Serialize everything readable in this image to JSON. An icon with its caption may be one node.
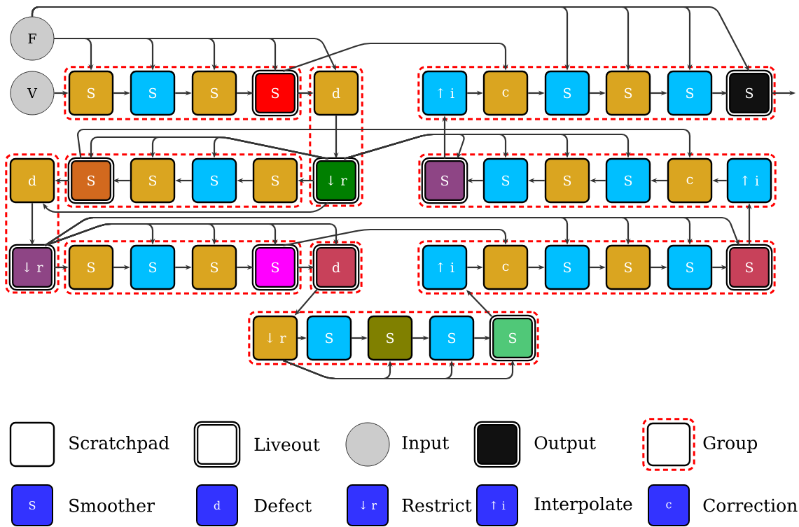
{
  "diagram": {
    "nodes": [
      {
        "text": [
          "F"
        ]
      },
      {
        "text": [
          "V"
        ]
      },
      {
        "text": [],
        "shape": "box"
      },
      {
        "text": [
          "S"
        ],
        "in": 2
      },
      {
        "text": [
          "S"
        ],
        "in": 2
      },
      {
        "text": [
          "S"
        ],
        "in": 2
      },
      {
        "text": [
          "S"
        ],
        "in": 2
      },
      {
        "text": [],
        "shape": "box"
      },
      {
        "text": [
          "d"
        ],
        "in": 7
      },
      {
        "text": [],
        "shape": "box"
      },
      {
        "text": [
          "↑ i"
        ],
        "in": 9
      },
      {
        "text": [
          "c"
        ],
        "in": 9
      },
      {
        "text": [
          "S"
        ],
        "in": 9
      },
      {
        "text": [
          "S"
        ],
        "in": 9
      },
      {
        "text": [
          "S"
        ],
        "in": 9
      },
      {
        "text": [
          "S"
        ],
        "in": 9
      },
      {
        "text": [],
        "shape": "box"
      },
      {
        "text": [
          "d"
        ],
        "in": 16
      },
      {
        "text": [],
        "shape": "box"
      },
      {
        "text": [
          "S"
        ],
        "in": 18
      },
      {
        "text": [
          "S"
        ],
        "in": 18
      },
      {
        "text": [
          "S"
        ],
        "in": 18
      },
      {
        "text": [
          "S"
        ],
        "in": 18
      },
      {
        "text": [
          "↓ r"
        ],
        "in": 7
      },
      {
        "text": [],
        "shape": "box"
      },
      {
        "text": [
          "S"
        ],
        "in": 24
      },
      {
        "text": [
          "S"
        ],
        "in": 24
      },
      {
        "text": [
          "S"
        ],
        "in": 24
      },
      {
        "text": [
          "S"
        ],
        "in": 24
      },
      {
        "text": [
          "c"
        ],
        "in": 24
      },
      {
        "text": [
          "↑ i"
        ],
        "in": 24
      },
      {
        "text": [
          "↓ r"
        ],
        "in": 16
      },
      {
        "text": [],
        "shape": "box"
      },
      {
        "text": [
          "S"
        ],
        "in": 32
      },
      {
        "text": [
          "S"
        ],
        "in": 32
      },
      {
        "text": [
          "S"
        ],
        "in": 32
      },
      {
        "text": [
          "S"
        ],
        "in": 32
      },
      {
        "text": [],
        "shape": "box"
      },
      {
        "text": [
          "d"
        ],
        "in": 37
      },
      {
        "text": [],
        "shape": "box"
      },
      {
        "text": [
          "↑ i"
        ],
        "in": 39
      },
      {
        "text": [
          "c"
        ],
        "in": 39
      },
      {
        "text": [
          "S"
        ],
        "in": 39
      },
      {
        "text": [
          "S"
        ],
        "in": 39
      },
      {
        "text": [
          "S"
        ],
        "in": 39
      },
      {
        "text": [
          "S"
        ],
        "in": 39
      },
      {
        "text": [],
        "shape": "box"
      },
      {
        "text": [
          "↓ r"
        ],
        "in": 46
      },
      {
        "text": [
          "S"
        ],
        "in": 46
      },
      {
        "text": [
          "S"
        ],
        "in": 46
      },
      {
        "text": [
          "S"
        ],
        "in": 46
      },
      {
        "text": [
          "S"
        ],
        "in": 46
      }
    ],
    "edges": [
      {
        "from": 1,
        "to": 3,
        "arrow": "to"
      },
      {
        "from": 3,
        "to": 4,
        "arrow": "to"
      },
      {
        "from": 4,
        "to": 5,
        "arrow": "to"
      },
      {
        "from": 5,
        "to": 6,
        "arrow": "to"
      },
      {
        "from": 6,
        "to": 8,
        "arrow": "to"
      },
      {
        "from": 0,
        "to": 3,
        "arrow": "to"
      },
      {
        "from": 0,
        "to": 4,
        "arrow": "to"
      },
      {
        "from": 0,
        "to": 5,
        "arrow": "to"
      },
      {
        "from": 0,
        "to": 6,
        "arrow": "to"
      },
      {
        "from": 0,
        "to": 8,
        "arrow": "to"
      },
      {
        "from": 0,
        "to": 12,
        "arrow": "to"
      },
      {
        "from": 0,
        "to": 13,
        "arrow": "to"
      },
      {
        "from": 0,
        "to": 14,
        "arrow": "to"
      },
      {
        "from": 0,
        "to": 15,
        "arrow": "to"
      },
      {
        "from": 6,
        "to": 11,
        "arrow": "to"
      },
      {
        "from": 8,
        "to": 23,
        "arrow": "to"
      },
      {
        "from": 23,
        "to": 22,
        "arrow": "to"
      },
      {
        "from": 22,
        "to": 21,
        "arrow": "to"
      },
      {
        "from": 21,
        "to": 20,
        "arrow": "to"
      },
      {
        "from": 20,
        "to": 19,
        "arrow": "to"
      },
      {
        "from": 19,
        "to": 17,
        "arrow": "to"
      },
      {
        "from": 23,
        "to": 19,
        "arrow": "to"
      },
      {
        "from": 23,
        "to": 20,
        "arrow": "to"
      },
      {
        "from": 23,
        "to": 21,
        "arrow": "to"
      },
      {
        "from": 23,
        "to": 25,
        "arrow": "to"
      },
      {
        "from": 23,
        "to": 26,
        "arrow": "to"
      },
      {
        "from": 23,
        "to": 27,
        "arrow": "to"
      },
      {
        "from": 23,
        "to": 28,
        "arrow": "to"
      },
      {
        "from": 19,
        "to": 29,
        "arrow": "to"
      },
      {
        "from": 23,
        "to": 17,
        "arrow": "to"
      },
      {
        "from": 17,
        "to": 31,
        "arrow": "to"
      },
      {
        "from": 31,
        "to": 33,
        "arrow": "to"
      },
      {
        "from": 33,
        "to": 34,
        "arrow": "to"
      },
      {
        "from": 34,
        "to": 35,
        "arrow": "to"
      },
      {
        "from": 35,
        "to": 36,
        "arrow": "to"
      },
      {
        "from": 36,
        "to": 38,
        "arrow": "to"
      },
      {
        "from": 31,
        "to": 34,
        "arrow": "to"
      },
      {
        "from": 31,
        "to": 35,
        "arrow": "to"
      },
      {
        "from": 31,
        "to": 36,
        "arrow": "to"
      },
      {
        "from": 31,
        "to": 38,
        "arrow": "to"
      },
      {
        "from": 31,
        "to": 42,
        "arrow": "to"
      },
      {
        "from": 31,
        "to": 43,
        "arrow": "to"
      },
      {
        "from": 31,
        "to": 44,
        "arrow": "to"
      },
      {
        "from": 31,
        "to": 45,
        "arrow": "to"
      },
      {
        "from": 36,
        "to": 41,
        "arrow": "to"
      },
      {
        "from": 38,
        "to": 47,
        "arrow": "to"
      },
      {
        "from": 47,
        "to": 48,
        "arrow": "to"
      },
      {
        "from": 48,
        "to": 49,
        "arrow": "to"
      },
      {
        "from": 49,
        "to": 50,
        "arrow": "to"
      },
      {
        "from": 50,
        "to": 51,
        "arrow": "to"
      },
      {
        "from": 47,
        "to": 49,
        "arrow": "to"
      },
      {
        "from": 47,
        "to": 50,
        "arrow": "to"
      },
      {
        "from": 47,
        "to": 51,
        "arrow": "to"
      },
      {
        "from": 51,
        "to": 40,
        "arrow": "to"
      },
      {
        "from": 40,
        "to": 41,
        "arrow": "to"
      },
      {
        "from": 41,
        "to": 42,
        "arrow": "to"
      },
      {
        "from": 42,
        "to": 43,
        "arrow": "to"
      },
      {
        "from": 43,
        "to": 44,
        "arrow": "to"
      },
      {
        "from": 44,
        "to": 45,
        "arrow": "to"
      },
      {
        "from": 45,
        "to": 30,
        "arrow": "to"
      },
      {
        "from": 30,
        "to": 29,
        "arrow": "to"
      },
      {
        "from": 29,
        "to": 28,
        "arrow": "to"
      },
      {
        "from": 28,
        "to": 27,
        "arrow": "to"
      },
      {
        "from": 27,
        "to": 26,
        "arrow": "to"
      },
      {
        "from": 26,
        "to": 25,
        "arrow": "to"
      },
      {
        "from": 25,
        "to": 10,
        "arrow": "to"
      },
      {
        "from": 10,
        "to": 11,
        "arrow": "to"
      },
      {
        "from": 11,
        "to": 12,
        "arrow": "to"
      },
      {
        "from": 12,
        "to": 13,
        "arrow": "to"
      },
      {
        "from": 13,
        "to": 14,
        "arrow": "to"
      },
      {
        "from": 14,
        "to": 15,
        "arrow": "to"
      },
      {
        "from": 15,
        "to": null,
        "arrow": "to"
      }
    ],
    "labels": [
      "S",
      "d",
      "↓ r",
      "↑ i",
      "c"
    ],
    "legend": [
      {
        "text": "Scratchpad"
      },
      {
        "text": "Liveout"
      },
      {
        "text": "Input"
      },
      {
        "text": "Output"
      },
      {
        "text": "Group"
      },
      {
        "text": "Smoother",
        "color": "#3333ff"
      },
      {
        "text": "Defect",
        "color": "#3333ff"
      },
      {
        "text": "Restrict",
        "color": "#3333ff"
      },
      {
        "text": "Interpolate",
        "color": "#3333ff"
      },
      {
        "text": "Correction",
        "color": "#3333ff"
      }
    ]
  }
}
